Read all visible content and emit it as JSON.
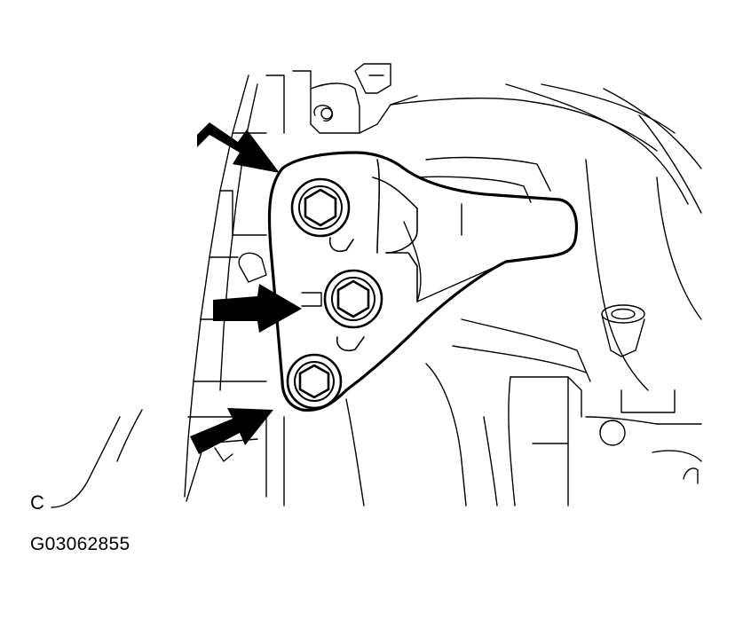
{
  "diagram": {
    "callout_label": "C",
    "figure_code": "G03062855",
    "colors": {
      "ink": "#000000",
      "paper": "#ffffff"
    },
    "arrow_count": 3,
    "bolt_count": 3
  }
}
